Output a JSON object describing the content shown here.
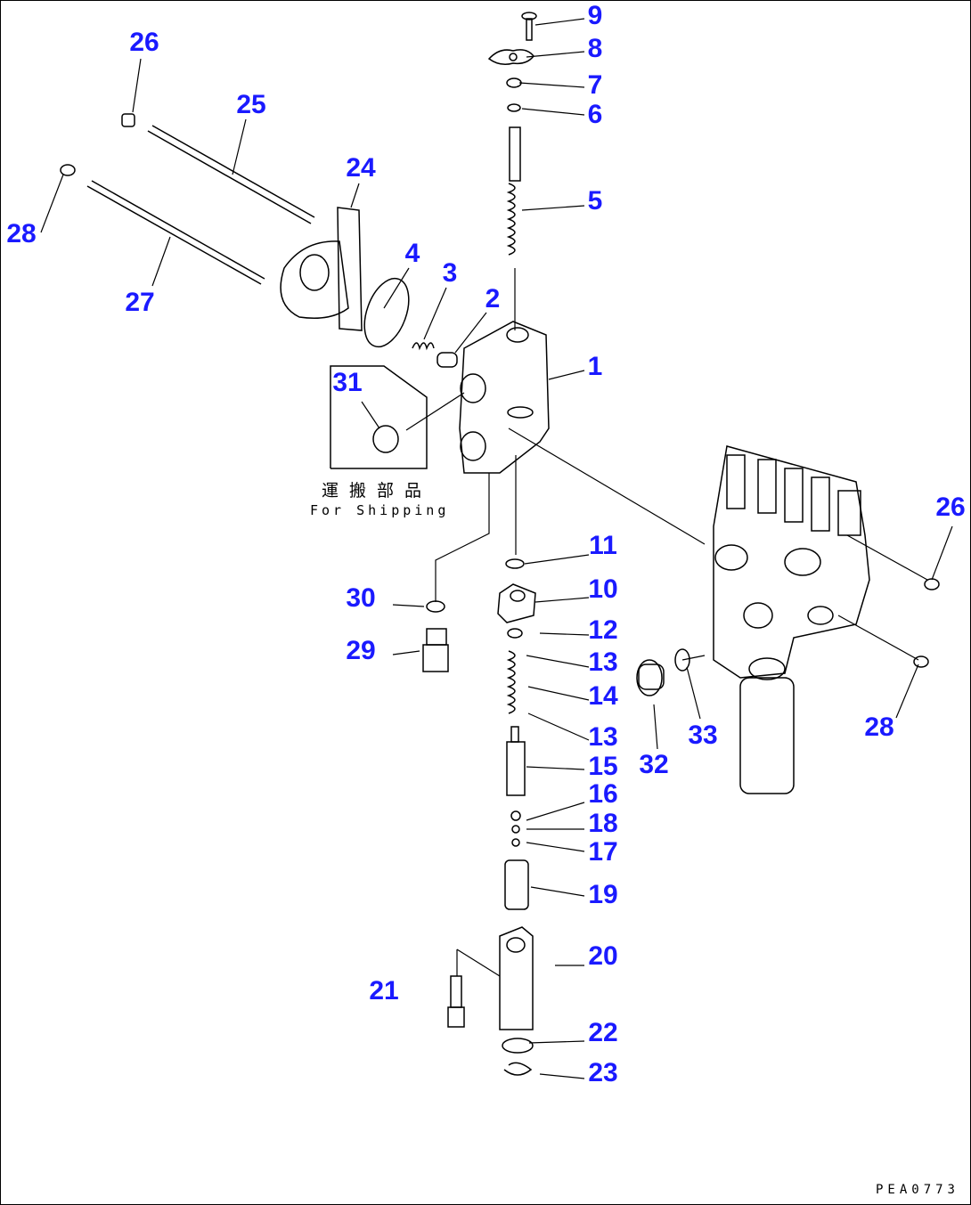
{
  "labels": [
    "9",
    "8",
    "7",
    "6",
    "5",
    "26",
    "25",
    "24",
    "28",
    "27",
    "4",
    "3",
    "2",
    "1",
    "31",
    "11",
    "10",
    "30",
    "12",
    "29",
    "13",
    "14",
    "13",
    "32",
    "33",
    "15",
    "16",
    "18",
    "17",
    "19",
    "20",
    "21",
    "22",
    "23",
    "26",
    "28"
  ],
  "shipping_note": {
    "japanese": "運搬部品",
    "english": "For Shipping"
  },
  "drawing_code": "PEA0773",
  "colors": {
    "label": "#1a1aff",
    "line": "#000000"
  }
}
